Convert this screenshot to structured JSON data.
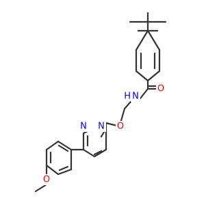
{
  "molecule": {
    "atoms": {
      "amide_oxygen": {
        "symbol": "O",
        "color": "#ff0000"
      },
      "amide_nitrogen": {
        "symbol": "N",
        "color": "#0000ff"
      },
      "amide_hydrogen": {
        "symbol": "H",
        "color": "#0000ff"
      },
      "ether_oxygen": {
        "symbol": "O",
        "color": "#ff0000"
      },
      "pyridazine_n1": {
        "symbol": "N",
        "color": "#0000ff"
      },
      "pyridazine_n2": {
        "symbol": "N",
        "color": "#0000ff"
      },
      "methoxy_oxygen": {
        "symbol": "O",
        "color": "#ff0000"
      }
    },
    "bond_color": "#333333"
  }
}
